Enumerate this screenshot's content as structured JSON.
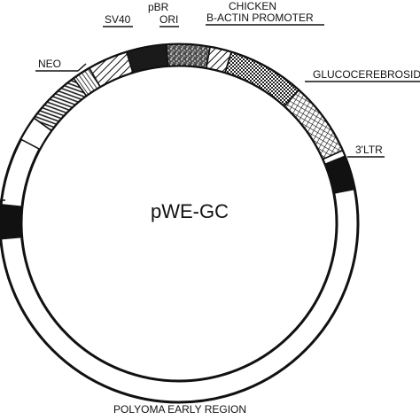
{
  "plasmid": {
    "name": "pWE-GC"
  },
  "labels": {
    "sv40": "SV40",
    "pbr_top": "pBR",
    "pbr_ori": "ORI",
    "chicken": "CHICKEN",
    "bactin": "B-ACTIN PROMOTER",
    "neo": "NEO",
    "glucocerebrosidase": "GLUCOCEREBROSID",
    "ltr3": "3'LTR",
    "polyoma": "POLYOMA EARLY REGION"
  },
  "colors": {
    "ink": "#111111",
    "paper": "#ffffff"
  }
}
